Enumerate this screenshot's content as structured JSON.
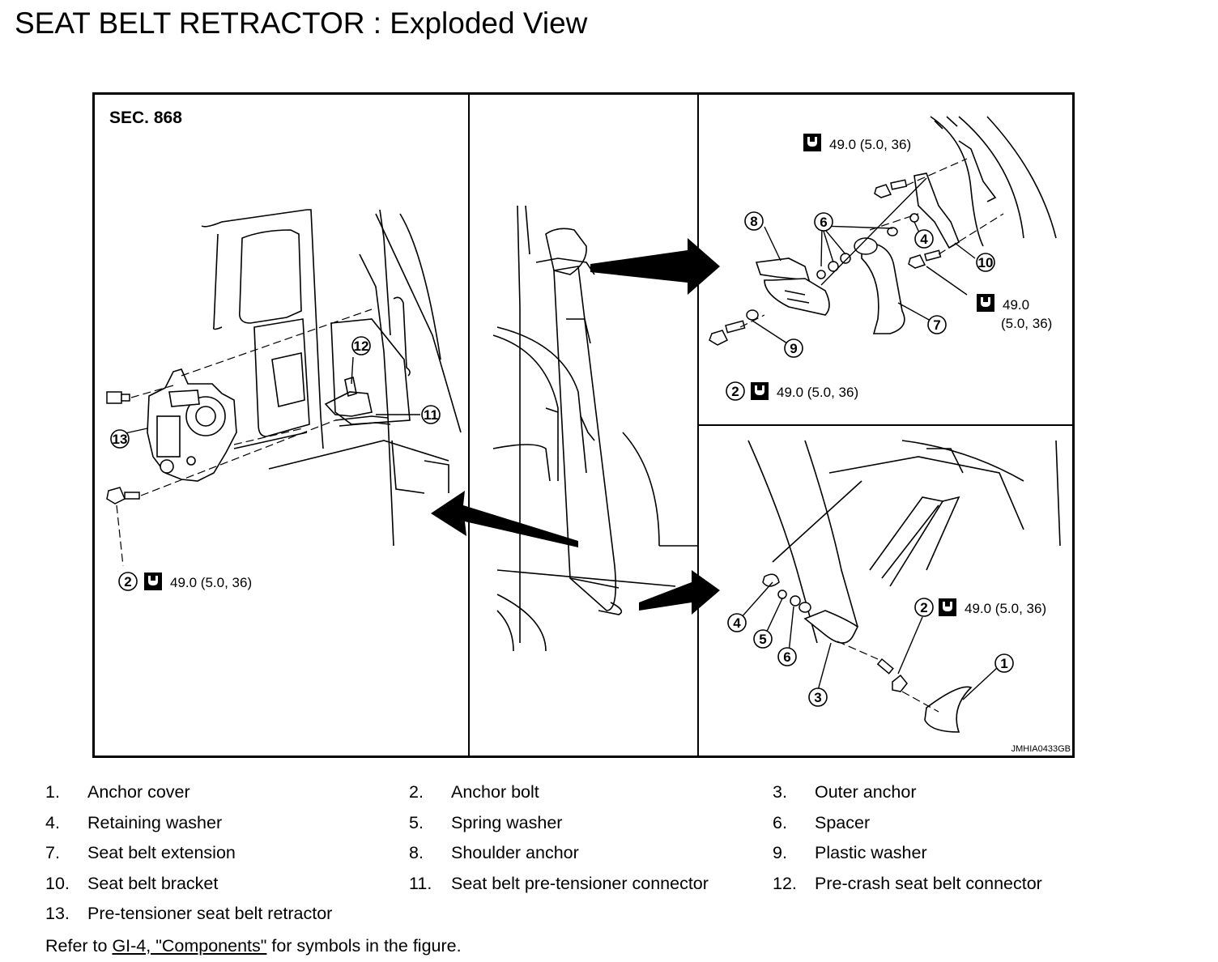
{
  "title": "SEAT BELT RETRACTOR : Exploded View",
  "figure": {
    "section": "SEC. 868",
    "figure_id": "JMHIA0433GB",
    "torque_spec": "49.0 (5.0, 36)",
    "torque_spec_line1": "49.0",
    "torque_spec_line2": "(5.0, 36)",
    "callouts": [
      "1",
      "2",
      "3",
      "4",
      "5",
      "6",
      "7",
      "8",
      "9",
      "10",
      "11",
      "12",
      "13"
    ]
  },
  "legend": [
    {
      "num": "1.",
      "name": "Anchor cover"
    },
    {
      "num": "2.",
      "name": "Anchor bolt"
    },
    {
      "num": "3.",
      "name": "Outer anchor"
    },
    {
      "num": "4.",
      "name": "Retaining washer"
    },
    {
      "num": "5.",
      "name": "Spring washer"
    },
    {
      "num": "6.",
      "name": "Spacer"
    },
    {
      "num": "7.",
      "name": "Seat belt extension"
    },
    {
      "num": "8.",
      "name": "Shoulder anchor"
    },
    {
      "num": "9.",
      "name": "Plastic washer"
    },
    {
      "num": "10.",
      "name": "Seat belt bracket"
    },
    {
      "num": "11.",
      "name": "Seat belt pre-tensioner connector"
    },
    {
      "num": "12.",
      "name": "Pre-crash seat belt connector"
    },
    {
      "num": "13.",
      "name": "Pre-tensioner seat belt retractor"
    }
  ],
  "footnote": {
    "prefix": "Refer to ",
    "link": "GI-4, \"Components\"",
    "suffix": " for symbols in the figure."
  }
}
